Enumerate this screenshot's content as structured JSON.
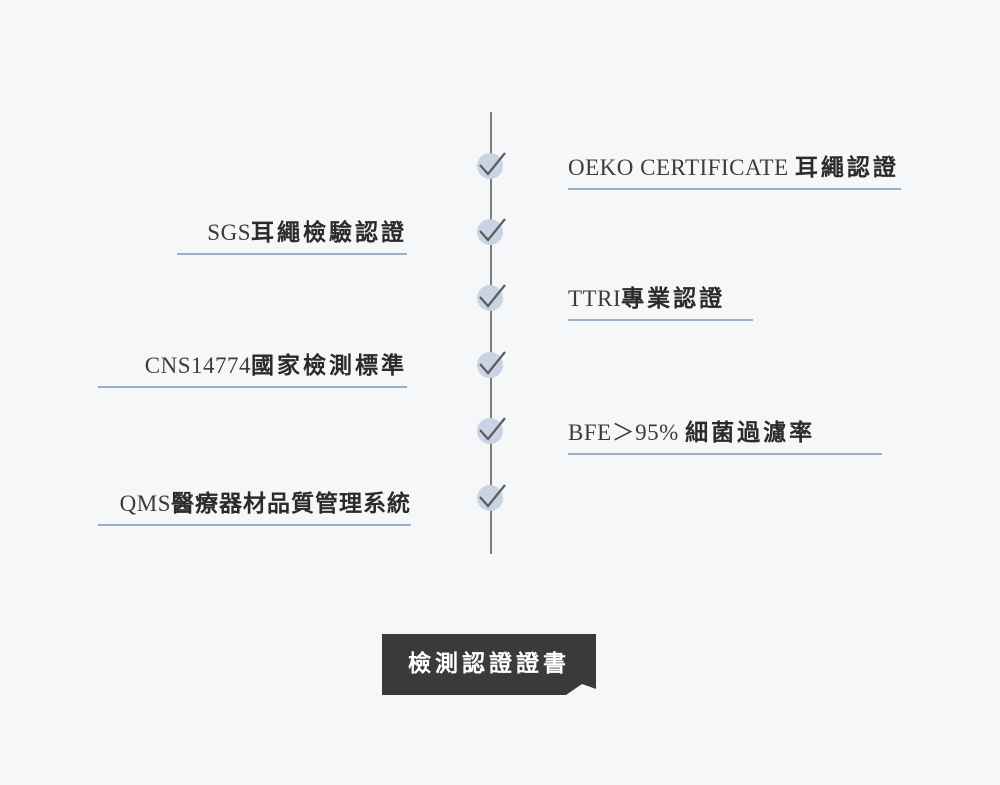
{
  "colors": {
    "background": "#f6f7f9",
    "underline": "#9db0c9",
    "check_fill": "#c9d3e3",
    "check_stroke": "#5c5c5c",
    "cert_box": "#3a3a3a"
  },
  "items": [
    {
      "latin": "OEKO CERTIFICATE ",
      "cjk": "耳繩認證"
    },
    {
      "latin": "SGS",
      "cjk": "耳繩檢驗認證"
    },
    {
      "latin": "TTRI",
      "cjk": "專業認證"
    },
    {
      "latin": "CNS14774",
      "cjk": "國家檢測標準"
    },
    {
      "latin": "BFE＞95% ",
      "cjk": "細菌過濾率"
    },
    {
      "latin": "QMS",
      "cjk": "醫療器材品質管理系統"
    }
  ],
  "certificate_button": {
    "label": "檢測認證證書"
  },
  "icons": {
    "check": "check-circle-icon"
  }
}
